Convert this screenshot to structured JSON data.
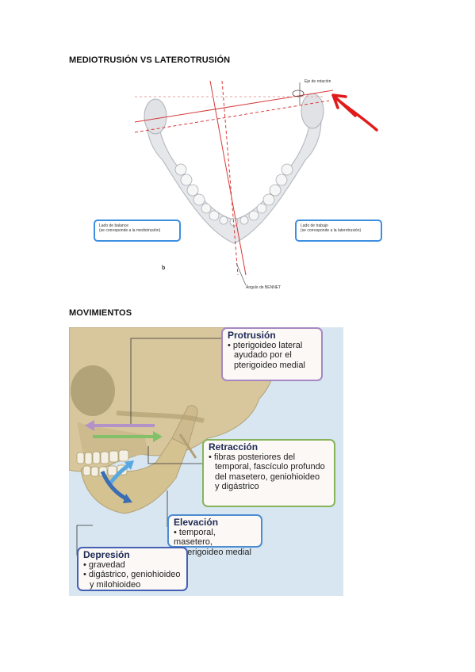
{
  "headings": {
    "first": "MEDIOTRUSIÓN VS LATEROTRUSIÓN",
    "second": "MOVIMIENTOS"
  },
  "figure1": {
    "eje_label": "Eje de rotación",
    "balance_label": "Lado de balance",
    "balance_note": "(se corresponde a la mediotrusión)",
    "trabajo_label": "Lado de trabajo",
    "trabajo_note": "(se corresponde a la laterotrusión)",
    "bennet_label": "Ángulo de BENNET",
    "letter": "b",
    "colors": {
      "lines": "#d83a3a",
      "arrow": "#e01b1b",
      "callout": "#3d8fe0"
    }
  },
  "figure2": {
    "protrusion": {
      "title": "Protrusión",
      "lines": [
        "• pterigoideo lateral",
        "ayudado por el",
        "pterigoideo medial"
      ]
    },
    "retraccion": {
      "title": "Retracción",
      "lines": [
        "• fibras posteriores del",
        "temporal, fascículo profundo",
        "del masetero, geniohioideo",
        "y digástrico"
      ]
    },
    "elevacion": {
      "title": "Elevación",
      "lines": [
        "• temporal, masetero,",
        "pterigoideo medial"
      ]
    },
    "depresion": {
      "title": "Depresión",
      "lines": [
        "• gravedad",
        "• digástrico, geniohioideo",
        "y milohioideo"
      ]
    },
    "colors": {
      "background": "#d8e6f1",
      "bone": "#d8c79c",
      "protrusion_border": "#a588c4",
      "retraccion_border": "#86b45a",
      "elevacion_border": "#4c8cd0",
      "depresion_border": "#455fb4"
    }
  }
}
